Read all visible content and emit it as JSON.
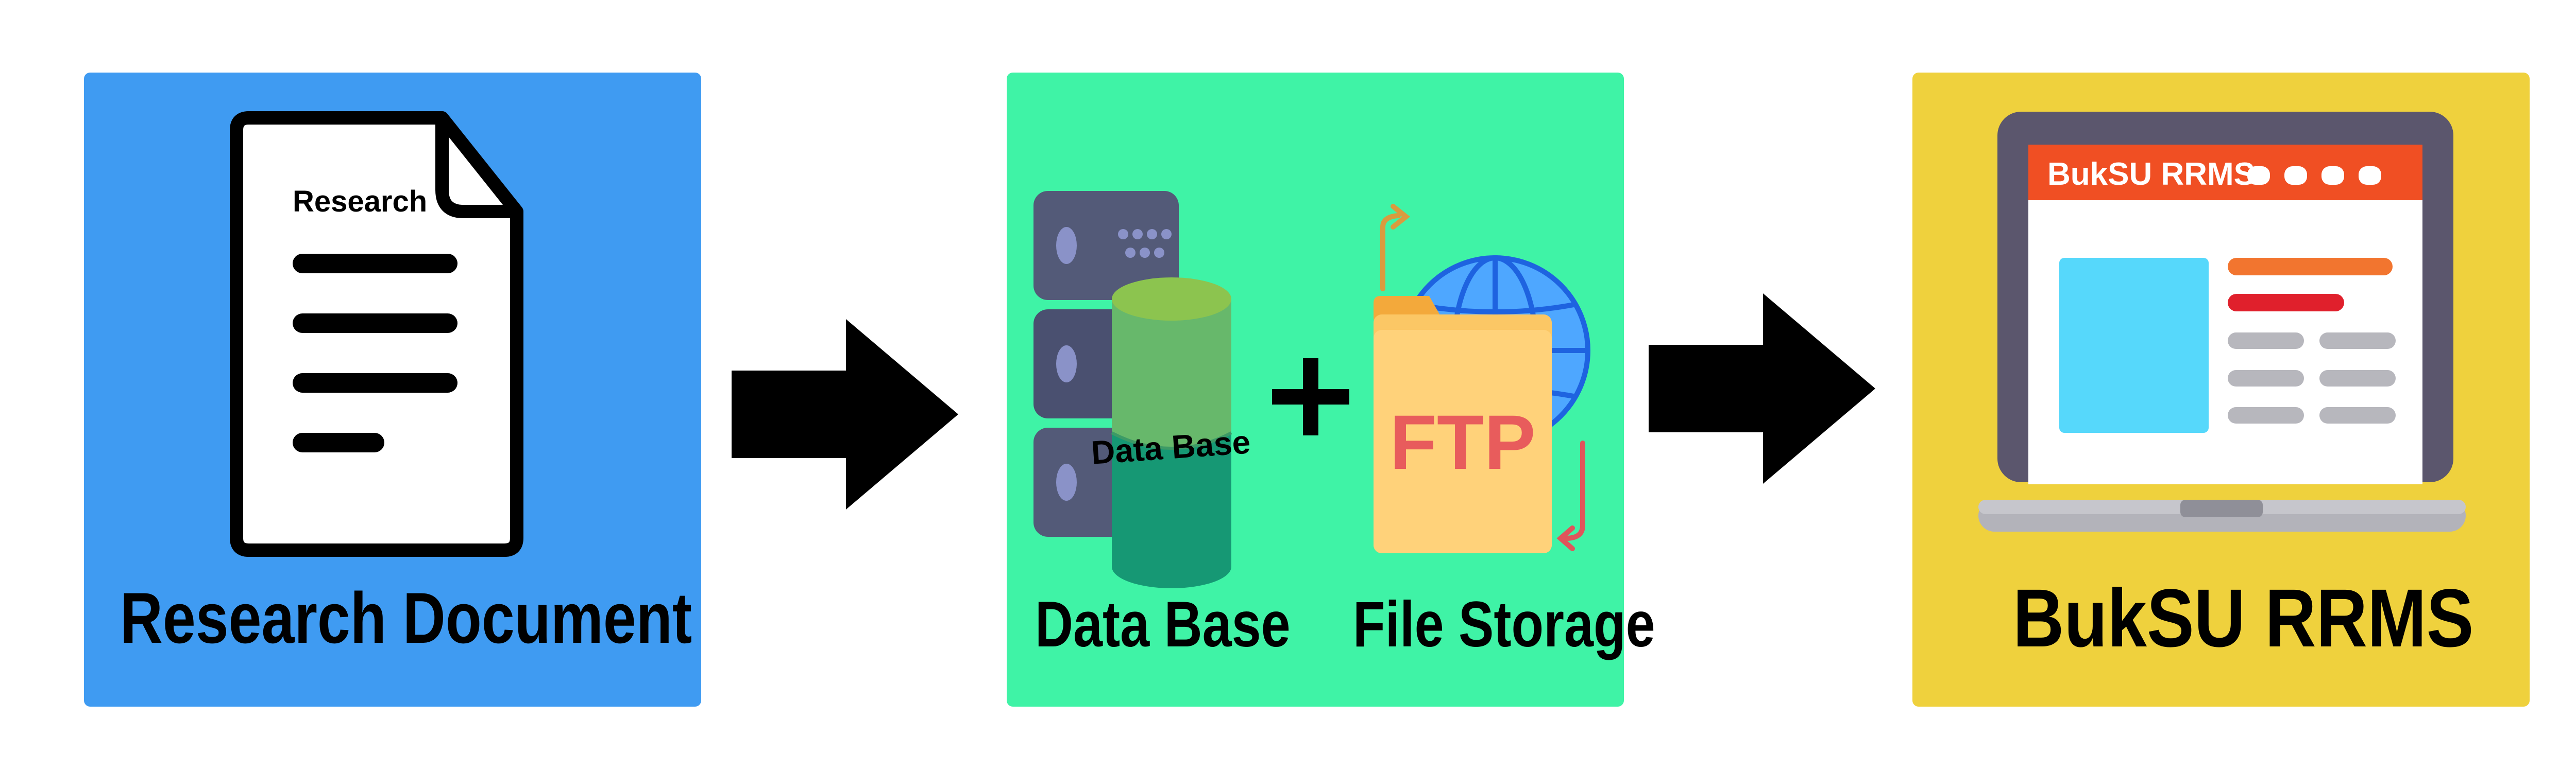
{
  "colors": {
    "panel_document": "#3f9bf2",
    "panel_storage": "#3ff3a6",
    "panel_system": "#efd13d",
    "arrow": "#000000"
  },
  "document_panel": {
    "doc_heading": "Research",
    "caption": "Research Document",
    "icon": "document-icon"
  },
  "storage_panel": {
    "database_label": "Data Base",
    "ftp_label": "FTP",
    "caption_database": "Data Base",
    "caption_file_storage": "File Storage",
    "plus_icon": "plus-icon",
    "server_icon": "server-icon",
    "globe_icon": "globe-icon",
    "folder_icon": "folder-icon"
  },
  "system_panel": {
    "screen_title": "BukSU RRMS",
    "caption": "BukSU RRMS",
    "icon": "laptop-icon"
  }
}
